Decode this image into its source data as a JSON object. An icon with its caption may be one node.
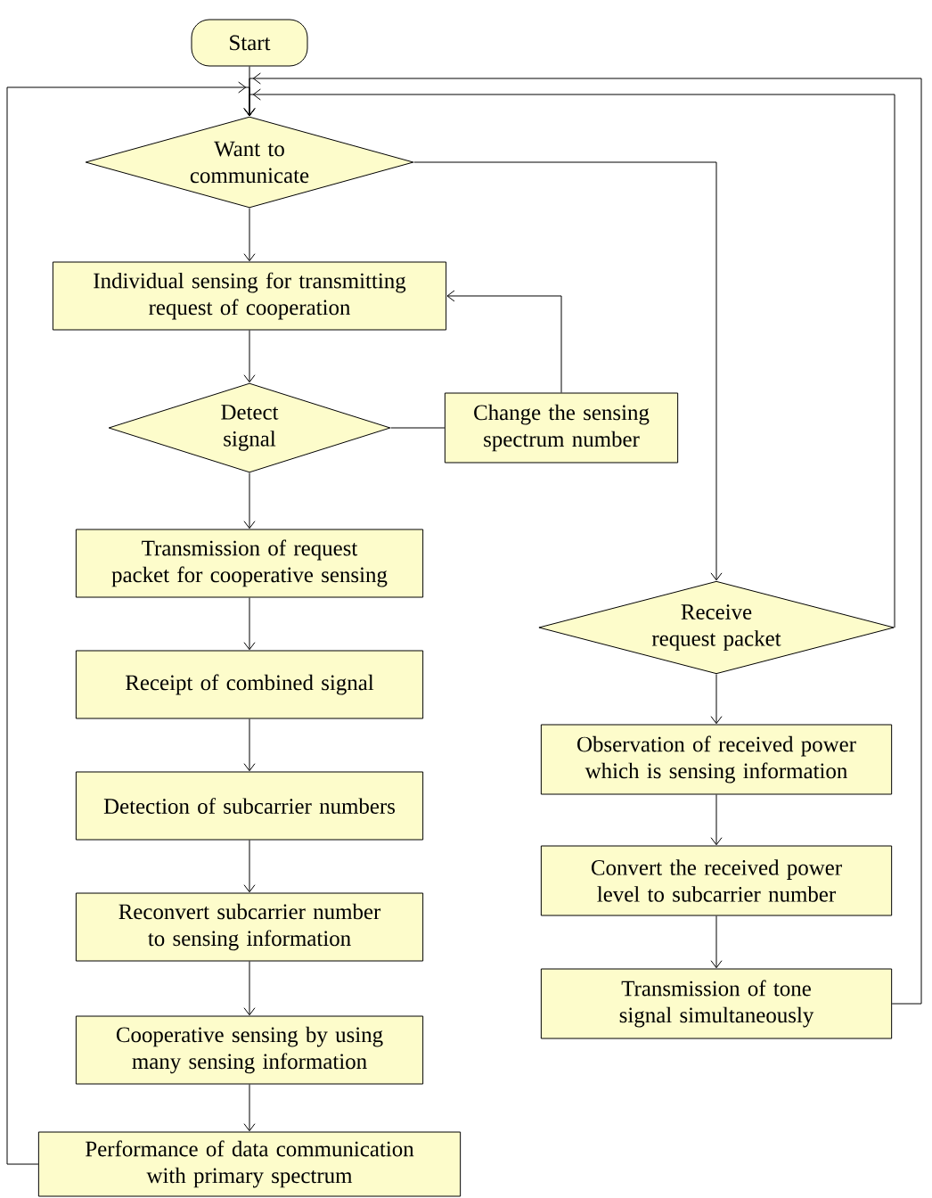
{
  "diagram": {
    "nodes": [
      {
        "text": [
          "Start"
        ]
      },
      {
        "text": [
          "Want to communicate"
        ]
      },
      {
        "text": [
          "Individual sensing for transmitting request of cooperation"
        ]
      },
      {
        "text": [
          "Detect signal"
        ]
      },
      {
        "text": [
          "Change the sensing spectrum number"
        ]
      },
      {
        "text": [
          "Transmission of request packet for cooperative sensing"
        ]
      },
      {
        "text": [
          "Receipt of combined signal"
        ]
      },
      {
        "text": [
          "Detection of subcarrier numbers"
        ]
      },
      {
        "text": [
          "Reconvert subcarrier number to sensing information"
        ]
      },
      {
        "text": [
          "Cooperative sensing by using many sensing information"
        ]
      },
      {
        "text": [
          "Performance of data communication with primary spectrum"
        ]
      },
      {
        "text": [
          "Receive request packet"
        ]
      },
      {
        "text": [
          "Observation of received power which is sensing information"
        ]
      },
      {
        "text": [
          "Convert the received power level to subcarrier number"
        ]
      },
      {
        "text": [
          "Transmission of tone signal simultaneously"
        ]
      }
    ],
    "edges": [
      {
        "from": 0,
        "to": 1,
        "arrow": "to"
      },
      {
        "from": 1,
        "to": 2,
        "arrow": "to"
      },
      {
        "from": 1,
        "to": 11,
        "arrow": "to"
      },
      {
        "from": 2,
        "to": 3,
        "arrow": "to"
      },
      {
        "from": 3,
        "to": 4,
        "arrow": "none"
      },
      {
        "from": 4,
        "to": 2,
        "arrow": "to"
      },
      {
        "from": 3,
        "to": 5,
        "arrow": "to"
      },
      {
        "from": 5,
        "to": 6,
        "arrow": "to"
      },
      {
        "from": 6,
        "to": 7,
        "arrow": "to"
      },
      {
        "from": 7,
        "to": 8,
        "arrow": "to"
      },
      {
        "from": 8,
        "to": 9,
        "arrow": "to"
      },
      {
        "from": 9,
        "to": 10,
        "arrow": "to"
      },
      {
        "from": 10,
        "to": 1,
        "arrow": "to"
      },
      {
        "from": 11,
        "to": 12,
        "arrow": "to"
      },
      {
        "from": 12,
        "to": 13,
        "arrow": "to"
      },
      {
        "from": 13,
        "to": 14,
        "arrow": "to"
      },
      {
        "from": 11,
        "to": 1,
        "arrow": "to"
      },
      {
        "from": 14,
        "to": 1,
        "arrow": "to"
      }
    ]
  }
}
